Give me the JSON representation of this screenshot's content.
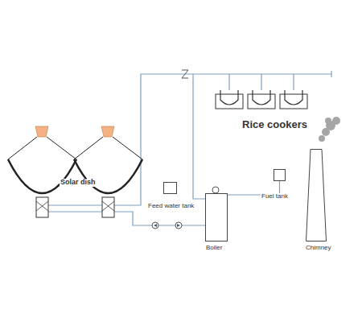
{
  "diagram": {
    "nodes": [
      {
        "text": [
          "Feed water tank"
        ]
      },
      {
        "text": [
          "Boiler"
        ]
      },
      {
        "text": [
          "Fuel tank"
        ]
      },
      {
        "text": [
          "Chimney"
        ]
      }
    ],
    "edges": [
      {
        "from": 2,
        "to": 1,
        "arrow": "none"
      }
    ],
    "labels": [
      "Rice cookers",
      "Solar dish"
    ]
  }
}
